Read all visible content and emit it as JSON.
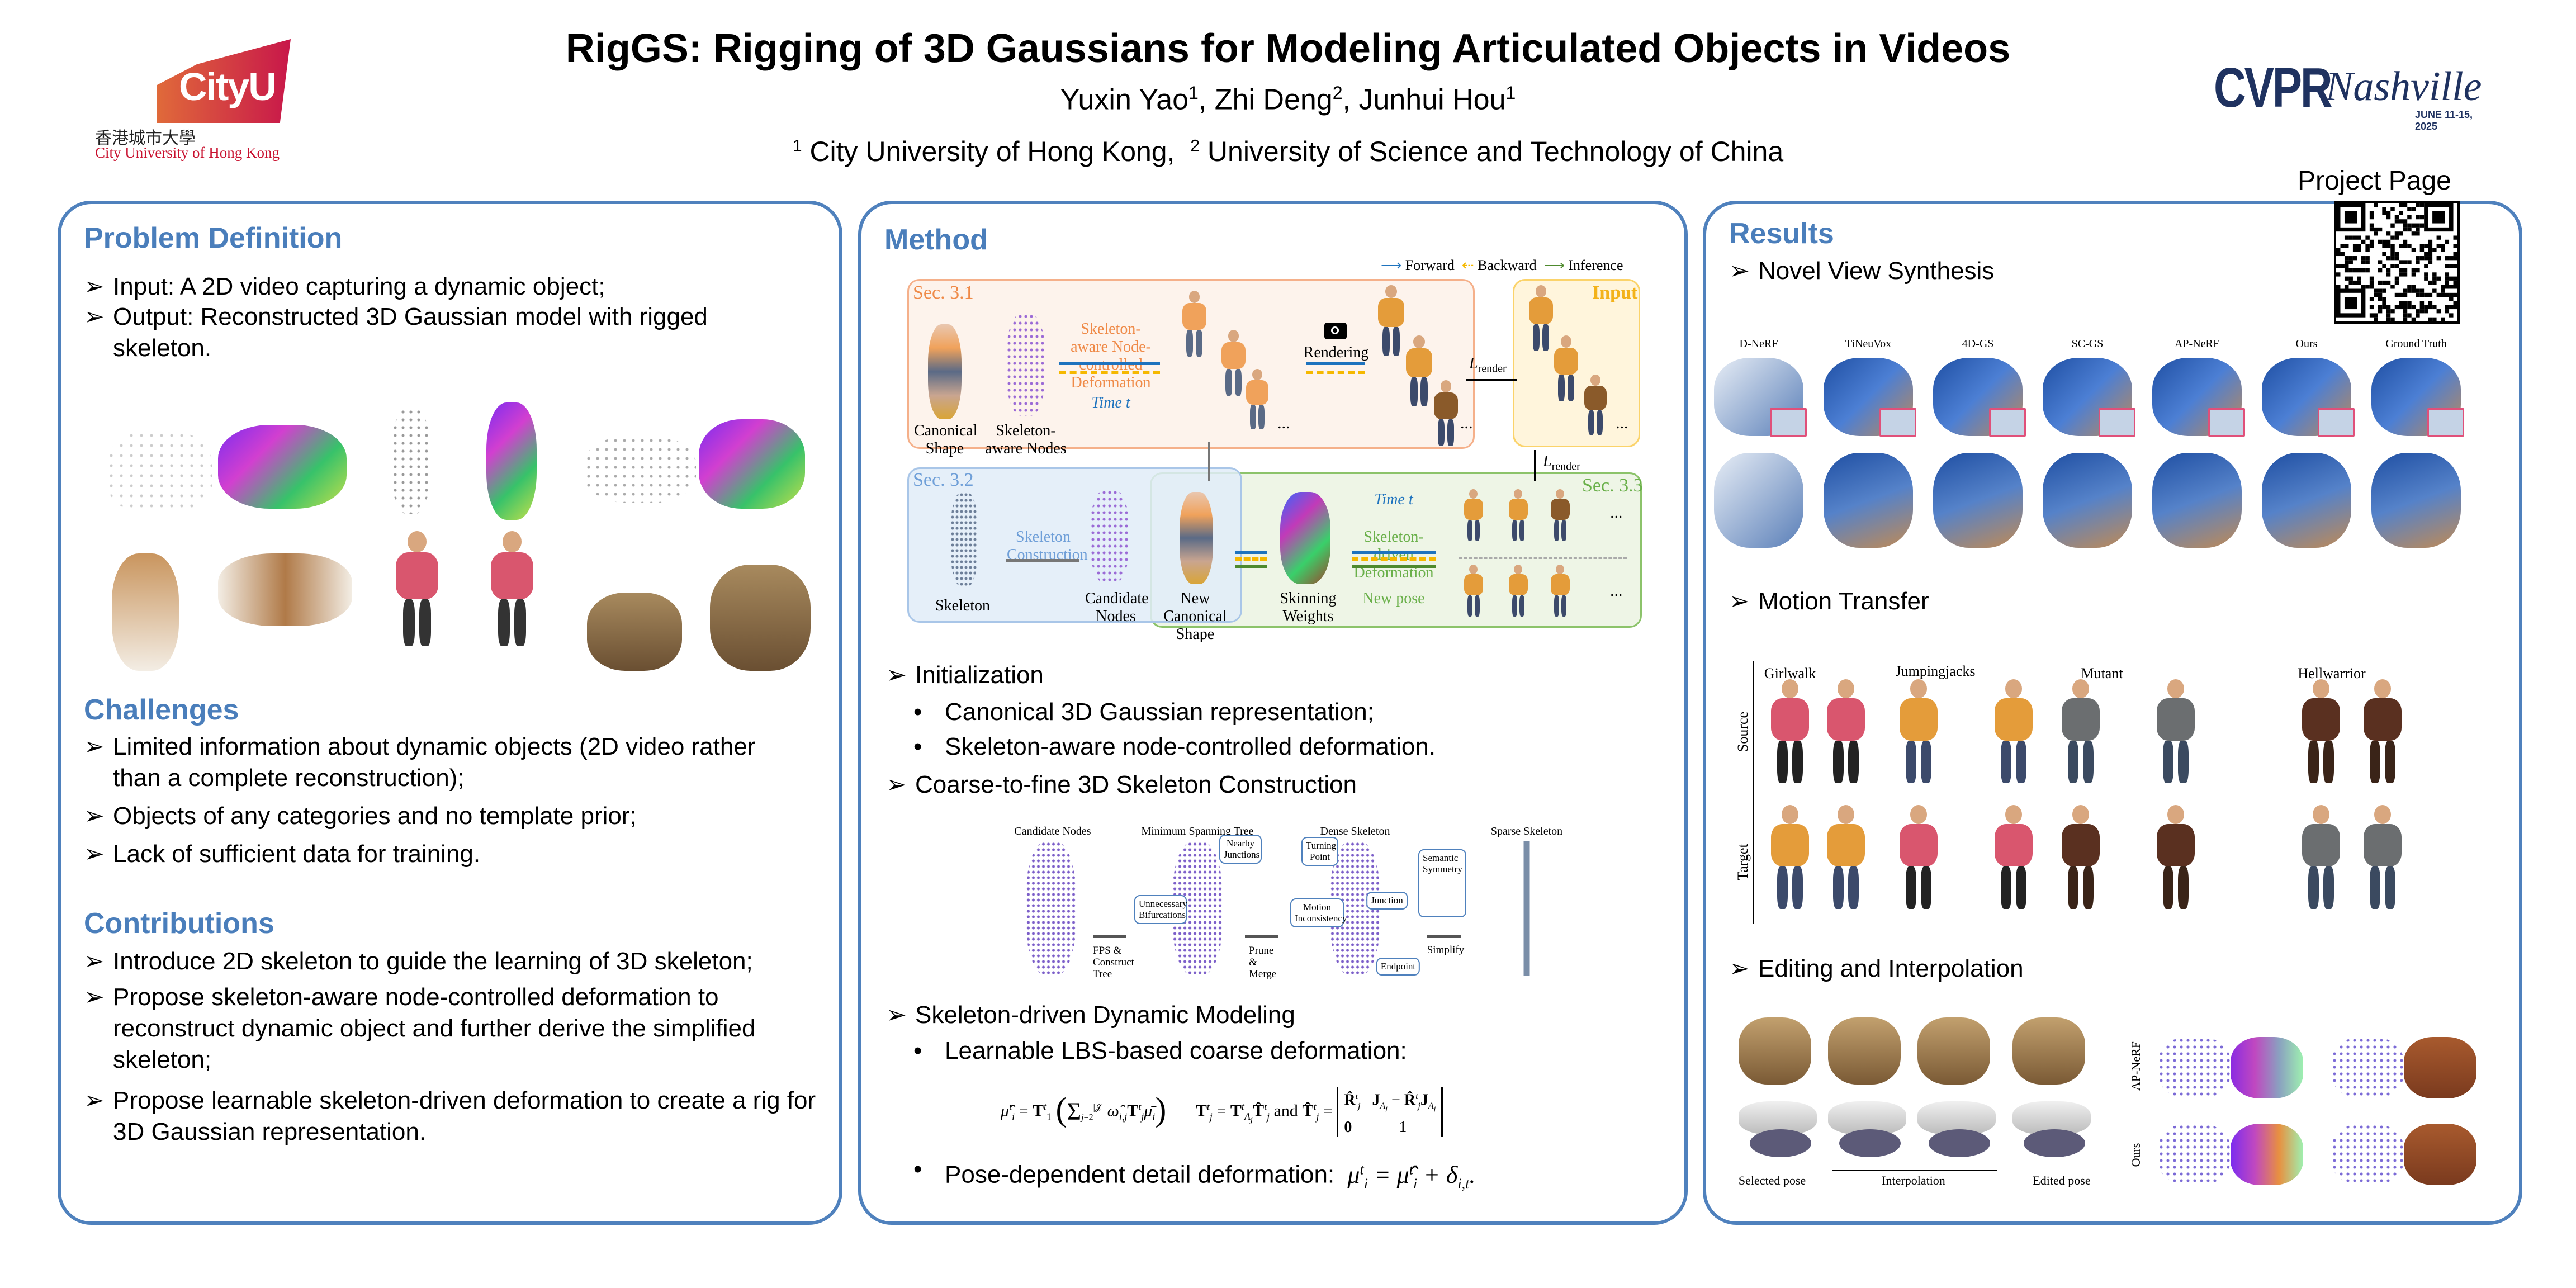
{
  "header": {
    "title": "RigGS: Rigging of 3D Gaussians for Modeling Articulated Objects in Videos",
    "authors": [
      {
        "name": "Yuxin Yao",
        "sup": "1"
      },
      {
        "name": "Zhi Deng",
        "sup": "2"
      },
      {
        "name": "Junhui Hou",
        "sup": "1"
      }
    ],
    "affiliations": [
      {
        "sup": "1",
        "name": "City University of Hong Kong,"
      },
      {
        "sup": "2",
        "name": "University of Science and Technology of China"
      }
    ],
    "left_logo": {
      "mark": "CityU",
      "chinese": "香港城市大學",
      "english": "City University of Hong Kong"
    },
    "right_logo": {
      "mark": "CVPR",
      "script": "Nashville",
      "dates": "JUNE 11-15, 2025"
    },
    "project_page": "Project Page",
    "colors": {
      "accent": "#4a7ebb",
      "cityu": "#c8102e",
      "cvpr": "#1f3260"
    }
  },
  "problem": {
    "heading": "Problem Definition",
    "bullets": [
      "Input: A 2D video capturing a dynamic object;",
      "Output: Reconstructed 3D Gaussian model with rigged skeleton."
    ]
  },
  "challenges": {
    "heading": "Challenges",
    "bullets": [
      "Limited information about dynamic objects (2D video rather than a complete reconstruction);",
      "Objects of any categories and no template prior;",
      "Lack of sufficient data for training."
    ]
  },
  "contributions": {
    "heading": "Contributions",
    "bullets": [
      "Introduce 2D skeleton to guide the learning of 3D skeleton;",
      "Propose skeleton-aware node-controlled deformation to reconstruct dynamic object and further derive the simplified skeleton;",
      "Propose learnable skeleton-driven deformation to create a rig for 3D Gaussian representation."
    ]
  },
  "method": {
    "heading": "Method",
    "diagram": {
      "legend": [
        "Forward",
        "Backward",
        "Inference"
      ],
      "sec31": "Sec. 3.1",
      "sec32": "Sec. 3.2",
      "sec33": "Sec. 3.3",
      "input": "Input",
      "canonical_shape": "Canonical Shape",
      "skeleton_aware_nodes": "Skeleton-aware Nodes",
      "deformation31": "Skeleton-aware Node-controlled Deformation",
      "time": "Time t",
      "rendering": "Rendering",
      "l_render": "L",
      "l_render_sub": "render",
      "skeleton": "Skeleton",
      "skeleton_construction": "Skeleton Construction",
      "candidate_nodes": "Candidate Nodes",
      "new_canonical_shape": "New Canonical Shape",
      "skinning_weights": "Skinning Weights",
      "deformation33": "Skeleton-driven Deformation",
      "new_pose": "New pose",
      "ellipsis": "..."
    },
    "initialization": {
      "heading": "Initialization",
      "bullets": [
        "Canonical 3D Gaussian representation;",
        "Skeleton-aware node-controlled deformation."
      ]
    },
    "coarse_to_fine": {
      "heading": "Coarse-to-fine 3D Skeleton Construction",
      "figure": {
        "stages": [
          "Candidate Nodes",
          "Minimum Spanning Tree",
          "Dense Skeleton",
          "Sparse Skeleton"
        ],
        "steps": [
          "FPS & Construct Tree",
          "Prune & Merge",
          "Simplify"
        ],
        "callouts": [
          "Nearby Junctions",
          "Unnecessary Bifurcations",
          "Turning Point",
          "Junction",
          "Motion Inconsistency",
          "Endpoint",
          "Semantic Symmetry"
        ]
      }
    },
    "skeleton_driven": {
      "heading": "Skeleton-driven Dynamic Modeling",
      "bullet1": "Learnable LBS-based coarse deformation:",
      "bullet2": "Pose-dependent detail deformation:",
      "eq_and": "and"
    }
  },
  "results": {
    "heading": "Results",
    "nvs": {
      "heading": "Novel View Synthesis",
      "methods": [
        "D-NeRF",
        "TiNeuVox",
        "4D-GS",
        "SC-GS",
        "AP-NeRF",
        "Ours",
        "Ground Truth"
      ]
    },
    "motion_transfer": {
      "heading": "Motion Transfer",
      "rows": [
        "Source",
        "Target"
      ],
      "sequences": [
        "Girlwalk",
        "Jumpingjacks",
        "Mutant",
        "Hellwarrior"
      ]
    },
    "editing": {
      "heading": "Editing and Interpolation",
      "captions": [
        "Selected pose",
        "Interpolation",
        "Edited pose"
      ],
      "rows": [
        "AP-NeRF",
        "Ours"
      ]
    }
  }
}
